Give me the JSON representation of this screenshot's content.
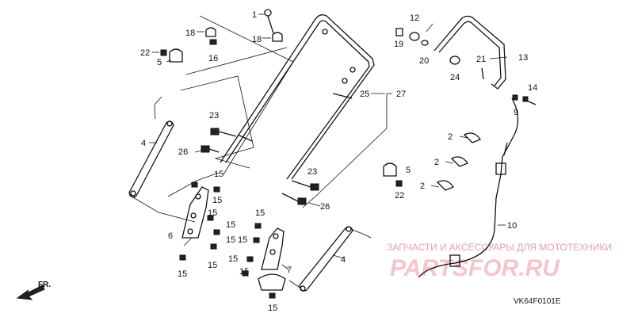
{
  "diagram_code": "VK64F0101E",
  "direction_label": "FR.",
  "watermark": {
    "text": "ЗАПЧАСТИ И АКСЕССУАРЫ ДЛЯ МОТОТЕХНИКИ",
    "logo": "PARTSFOR.RU"
  },
  "callouts": {
    "c1": "1",
    "c18a": "18",
    "c18b": "18",
    "c16": "16",
    "c22a": "22",
    "c5a": "5",
    "c4a": "4",
    "c23a": "23",
    "c26a": "26",
    "c15a": "15",
    "c15b": "15",
    "c15c": "15",
    "c15d": "15",
    "c15e": "15",
    "c6": "6",
    "c15f": "15",
    "c15g": "15",
    "c15h": "15",
    "c15i": "15",
    "c15j": "15",
    "c15k": "15",
    "c7": "7",
    "c4b": "4",
    "c25": "25",
    "c27": "27",
    "c23b": "23",
    "c26b": "26",
    "c5b": "5",
    "c22b": "22",
    "c12": "12",
    "c19": "19",
    "c20": "20",
    "c24": "24",
    "c21": "21",
    "c13": "13",
    "c14": "14",
    "c9": "9",
    "c2a": "2",
    "c2b": "2",
    "c2c": "2",
    "c10": "10"
  }
}
